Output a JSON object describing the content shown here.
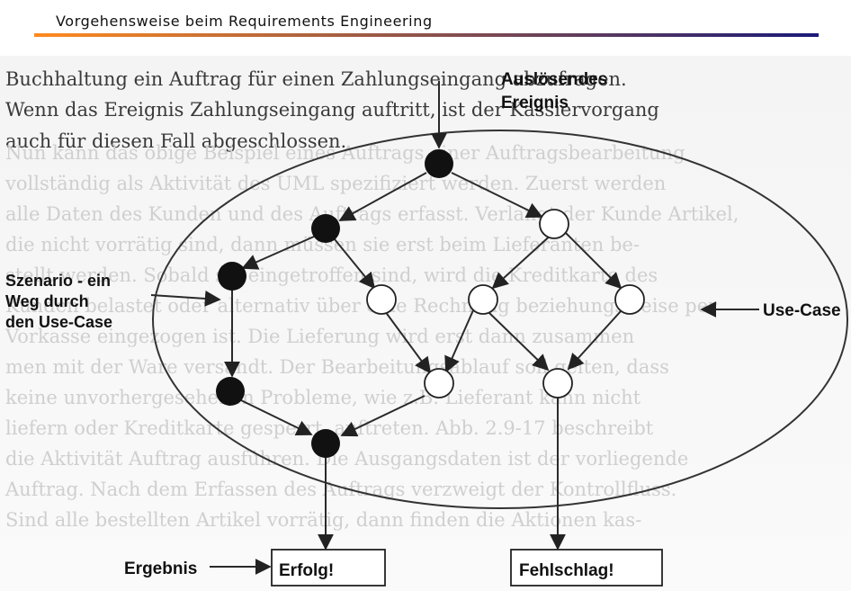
{
  "header": {
    "title": "Vorgehensweise beim Requirements Engineering",
    "bar_colors": [
      "#ff8a1f",
      "#1a1a78"
    ]
  },
  "background_text": {
    "dark_lines": [
      "Buchhaltung ein Auftrag für einen Zahlungseingang abzufragen.",
      "Wenn das Ereignis Zahlungseingang auftritt, ist der Kassiervorgang",
      "auch für diesen Fall abgeschlossen."
    ],
    "faded_lines": [
      "Nun kann das obige Beispiel eines Auftrags einer Auftragsbearbeitung",
      "vollständig als Aktivität des UML spezifiziert werden. Zuerst werden",
      "alle Daten des Kunden und des Auftrags erfasst. Verlangt der Kunde Artikel,",
      "die nicht vorrätig sind, dann müssen sie erst beim Lieferanten be-",
      "stellt werden. Sobald sie eingetroffen sind, wird die Kreditkarte des",
      "Kunden belastet oder alternativ über eine Rechnung beziehungsweise per",
      "Vorkasse eingezogen ist. Die Lieferung wird erst dann zusammen",
      "men mit der Ware versandt. Der Bearbeitungsablauf soll gelten, dass",
      "keine unvorhergesehenen Probleme, wie z.B. Lieferant kann nicht",
      "liefern oder Kreditkarte gesperrt, auftreten. Abb. 2.9-17 beschreibt",
      "die Aktivität Auftrag ausführen. Die Ausgangsdaten ist der vorliegende",
      "Auftrag. Nach dem Erfassen des Auftrags verzweigt der Kontrollfluss.",
      "Sind alle bestellten Artikel vorrätig, dann finden die Aktionen kas-"
    ]
  },
  "labels": {
    "trigger_line1": "Auslösendes",
    "trigger_line2": "Ereignis",
    "scenario_line1": "Szenario - ein",
    "scenario_line2": "Weg durch",
    "scenario_line3": "den Use-Case",
    "use_case": "Use-Case",
    "result": "Ergebnis",
    "success": "Erfolg!",
    "failure": "Fehlschlag!"
  }
}
